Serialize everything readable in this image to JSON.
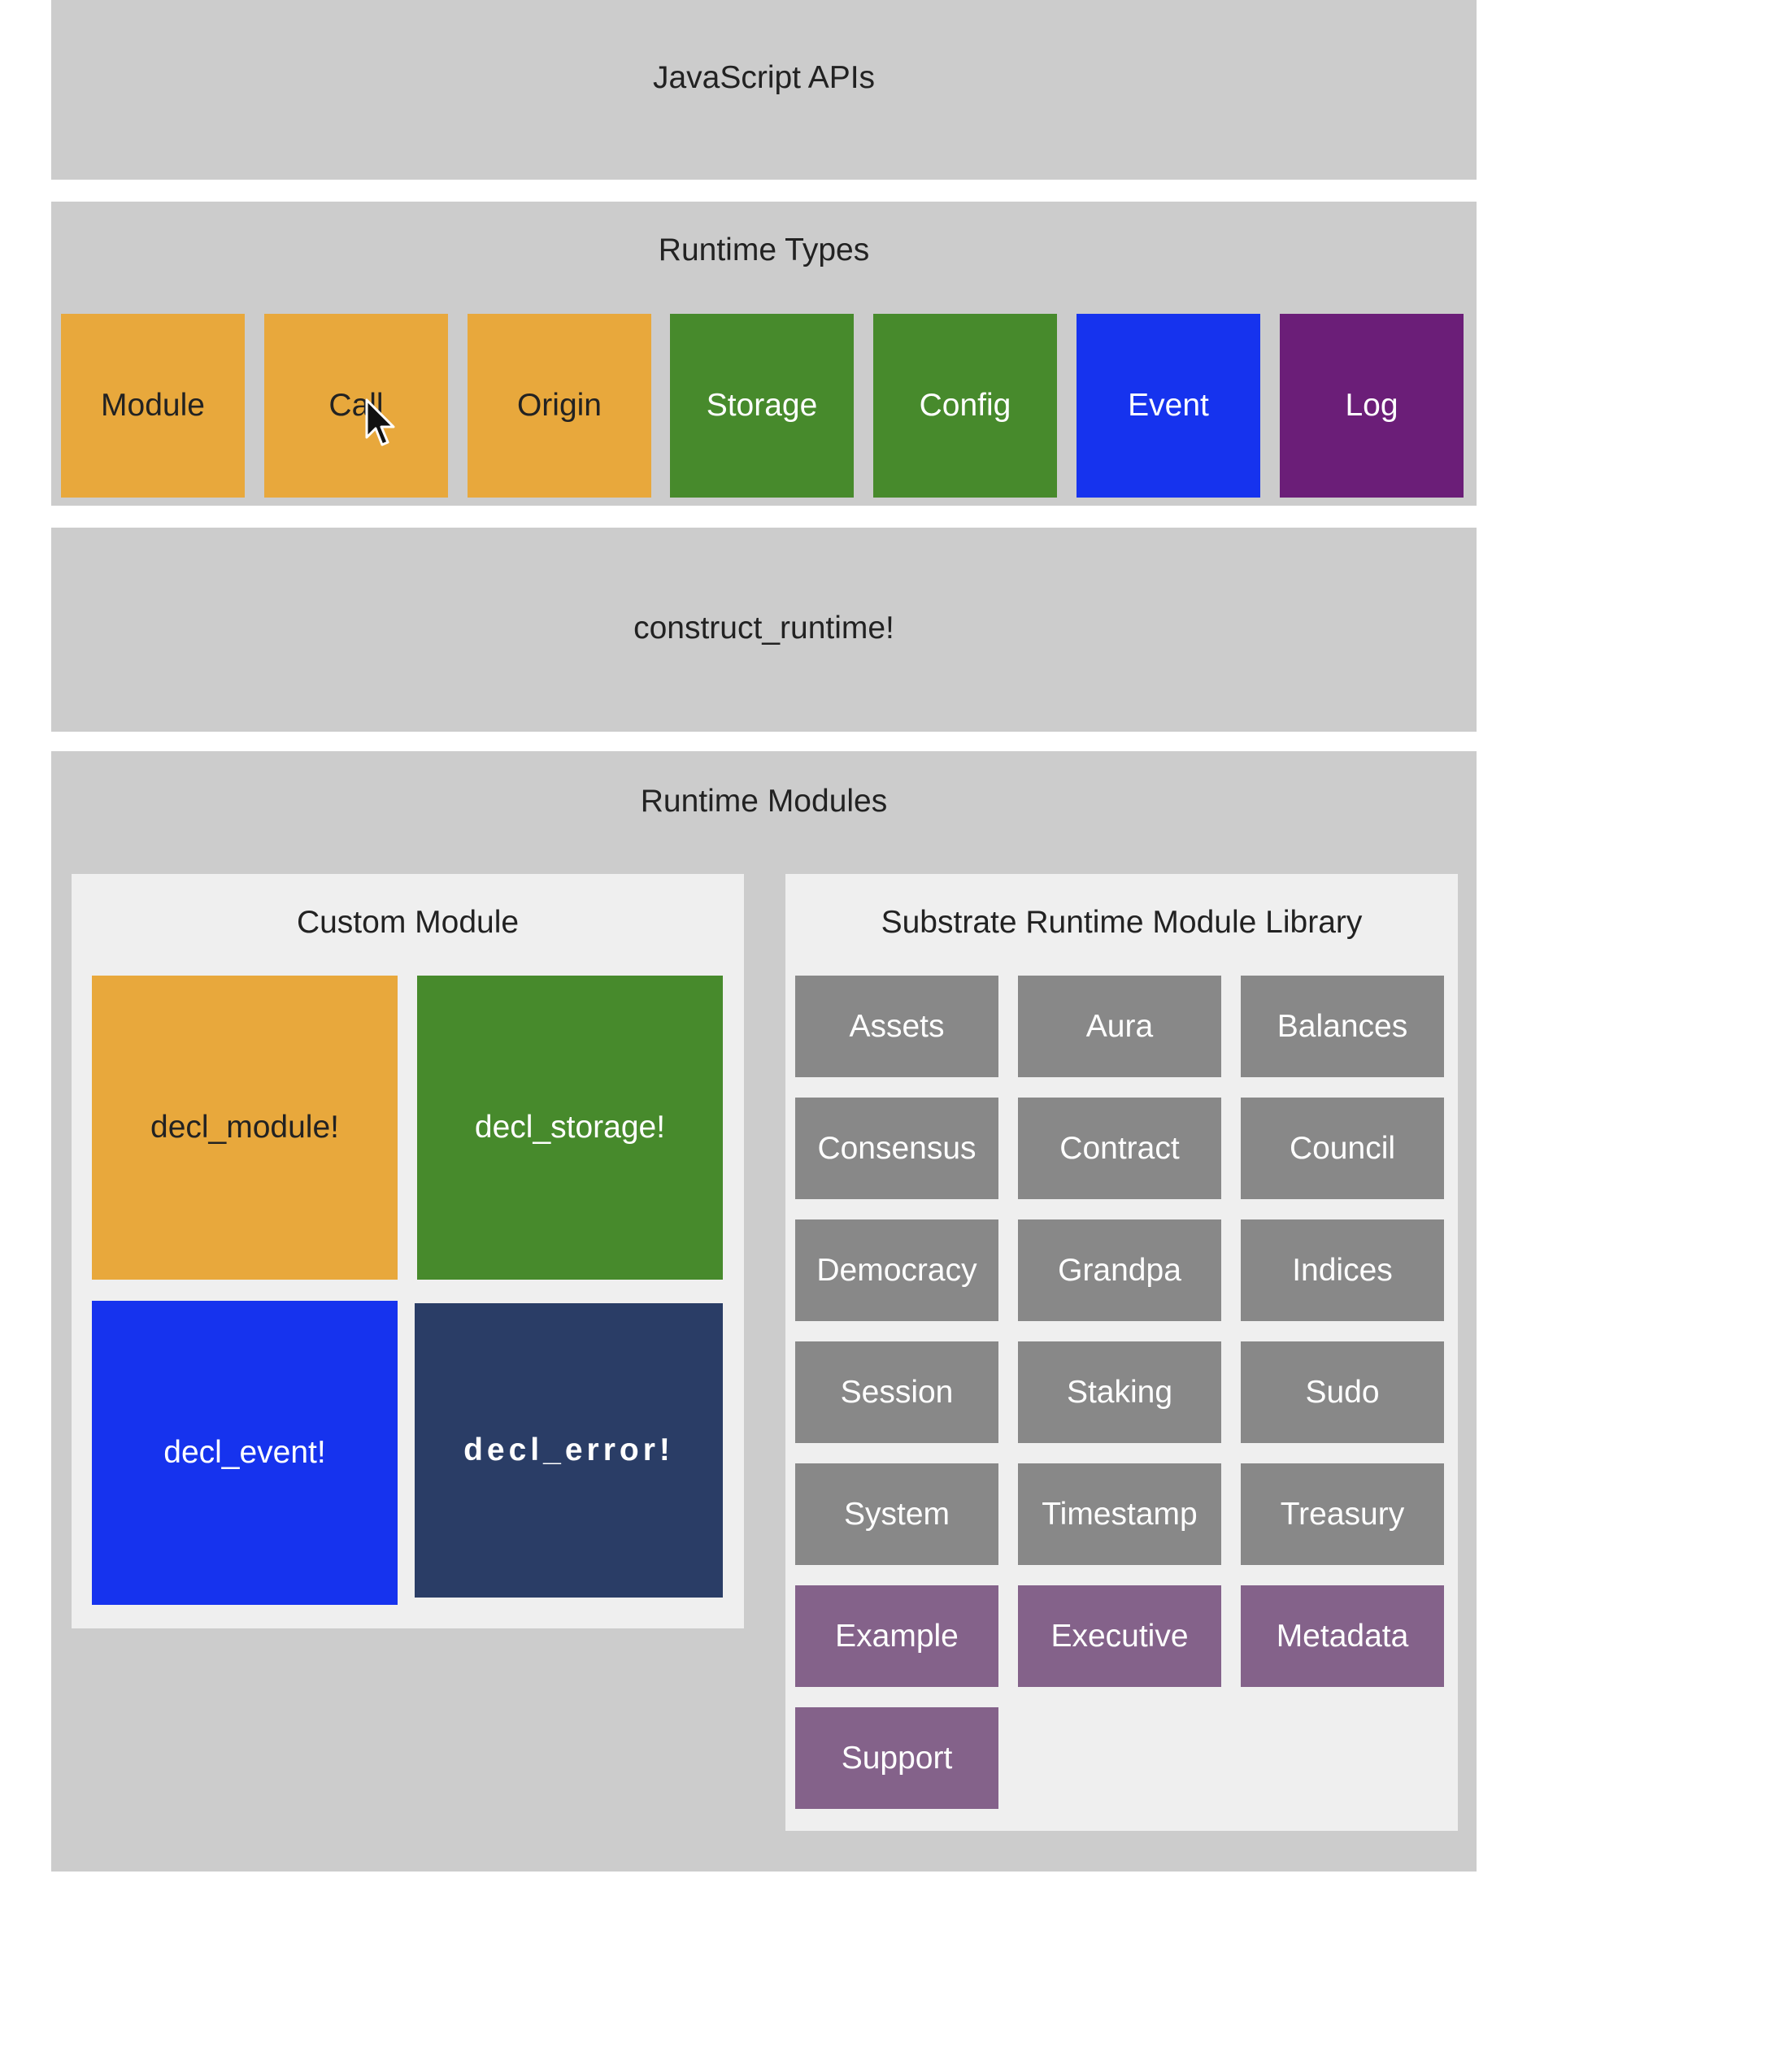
{
  "colors": {
    "band_bg": "#cccccc",
    "panel_bg": "#efefef",
    "orange": "#e8a83c",
    "green": "#478a2c",
    "blue": "#1633ee",
    "purple": "#6b1e78",
    "navy": "#2a3d66",
    "gray_module": "#888888",
    "purple_module": "#84628a"
  },
  "javascript_apis": {
    "title": "JavaScript APIs"
  },
  "runtime_types": {
    "title": "Runtime Types",
    "items": [
      {
        "label": "Module",
        "color": "#e8a83c",
        "text_color": "#222222"
      },
      {
        "label": "Call",
        "color": "#e8a83c",
        "text_color": "#222222"
      },
      {
        "label": "Origin",
        "color": "#e8a83c",
        "text_color": "#222222"
      },
      {
        "label": "Storage",
        "color": "#478a2c",
        "text_color": "#ffffff"
      },
      {
        "label": "Config",
        "color": "#478a2c",
        "text_color": "#ffffff"
      },
      {
        "label": "Event",
        "color": "#1633ee",
        "text_color": "#ffffff"
      },
      {
        "label": "Log",
        "color": "#6b1e78",
        "text_color": "#ffffff"
      }
    ]
  },
  "construct_runtime": {
    "title": "construct_runtime!"
  },
  "runtime_modules": {
    "title": "Runtime Modules",
    "custom_module": {
      "title": "Custom Module",
      "items": [
        {
          "label": "decl_module!",
          "color": "#e8a83c",
          "text_color": "#222222"
        },
        {
          "label": "decl_storage!",
          "color": "#478a2c",
          "text_color": "#ffffff"
        },
        {
          "label": "decl_event!",
          "color": "#1633ee",
          "text_color": "#ffffff"
        },
        {
          "label": "decl_error!",
          "color": "#2a3d66",
          "text_color": "#ffffff"
        }
      ]
    },
    "srml": {
      "title": "Substrate Runtime Module Library",
      "items": [
        {
          "label": "Assets",
          "color": "#888888"
        },
        {
          "label": "Aura",
          "color": "#888888"
        },
        {
          "label": "Balances",
          "color": "#888888"
        },
        {
          "label": "Consensus",
          "color": "#888888"
        },
        {
          "label": "Contract",
          "color": "#888888"
        },
        {
          "label": "Council",
          "color": "#888888"
        },
        {
          "label": "Democracy",
          "color": "#888888"
        },
        {
          "label": "Grandpa",
          "color": "#888888"
        },
        {
          "label": "Indices",
          "color": "#888888"
        },
        {
          "label": "Session",
          "color": "#888888"
        },
        {
          "label": "Staking",
          "color": "#888888"
        },
        {
          "label": "Sudo",
          "color": "#888888"
        },
        {
          "label": "System",
          "color": "#888888"
        },
        {
          "label": "Timestamp",
          "color": "#888888"
        },
        {
          "label": "Treasury",
          "color": "#888888"
        },
        {
          "label": "Example",
          "color": "#84628a"
        },
        {
          "label": "Executive",
          "color": "#84628a"
        },
        {
          "label": "Metadata",
          "color": "#84628a"
        },
        {
          "label": "Support",
          "color": "#84628a"
        }
      ]
    }
  },
  "cursor": {
    "icon": "mouse-pointer-icon"
  }
}
